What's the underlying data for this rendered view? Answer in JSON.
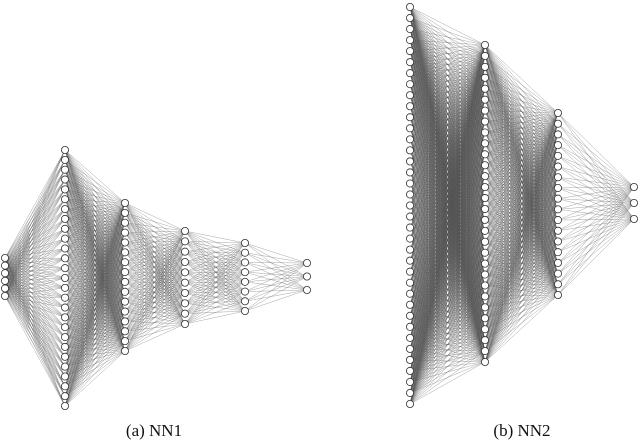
{
  "diagrams": [
    {
      "caption": "(a) NN1",
      "layer_sizes": [
        6,
        27,
        16,
        10,
        8,
        3
      ]
    },
    {
      "caption": "(b) NN2",
      "layer_sizes": [
        37,
        30,
        18,
        3
      ]
    }
  ],
  "colors": {
    "edge": "#555555",
    "node_fill": "#ffffff",
    "node_stroke": "#333333"
  }
}
